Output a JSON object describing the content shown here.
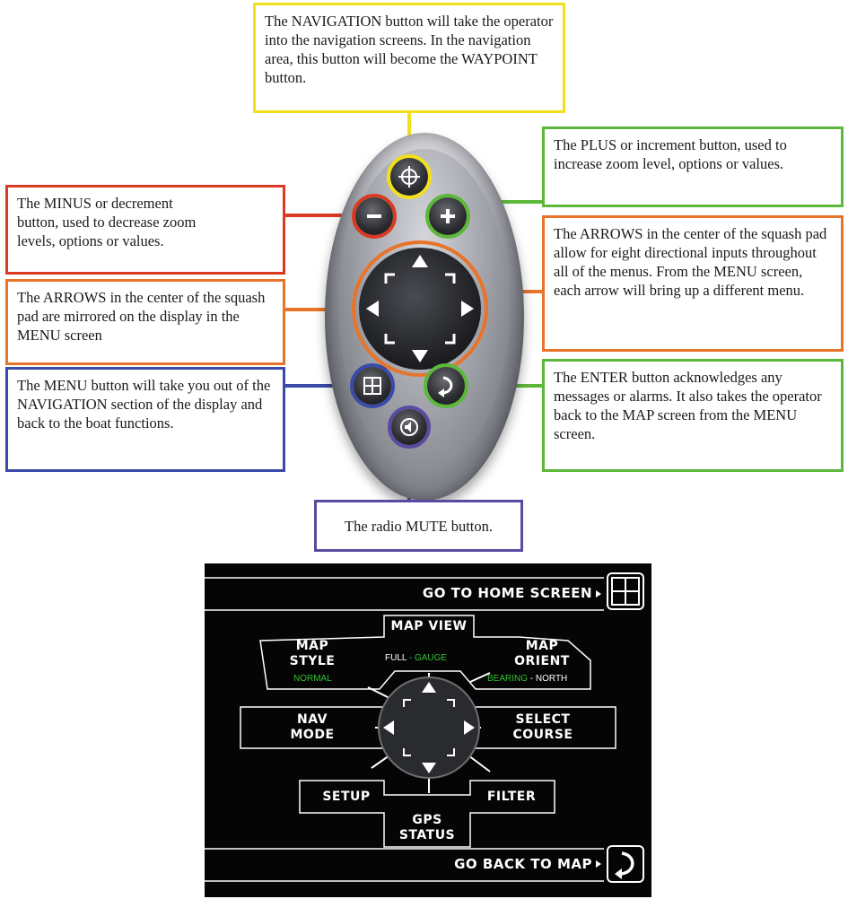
{
  "callouts": {
    "navigation": "The NAVIGATION button will take the operator into the navigation screens. In the navigation area, this button will become the WAYPOINT button.",
    "plus": "The PLUS or increment button, used to increase zoom level, options or values.",
    "minus": "The MINUS or decrement button, used to decrease zoom levels, options or values.",
    "arrows_right": "The ARROWS in the center of the squash pad allow for eight directional inputs throughout all of the menus. From the MENU screen, each arrow will bring up a different menu.",
    "arrows_left": "The ARROWS in the center of the squash pad are mirrored on the display in the MENU screen",
    "menu": "The MENU button will take you out of the NAVIGATION section of the display and back to the boat functions.",
    "enter": "The ENTER button acknowledges any messages or alarms. It also takes the operator back to the MAP screen from the MENU screen.",
    "mute": "The radio MUTE button."
  },
  "colors": {
    "navigation": "#f2e01c",
    "plus": "#5cb83a",
    "minus": "#d93a22",
    "arrows": "#e8742a",
    "menu": "#3a4aa8",
    "enter": "#5cb83a",
    "mute": "#5a4aa0",
    "screen_green": "#33c233"
  },
  "remote": {
    "icons": [
      "waypoint-crosshair-icon",
      "minus-icon",
      "plus-icon",
      "arrow-pad",
      "menu-grid-icon",
      "enter-curved-arrow-icon",
      "mute-speaker-icon"
    ]
  },
  "screen": {
    "home": "GO TO HOME SCREEN",
    "back": "GO BACK TO MAP",
    "map_view": "MAP VIEW",
    "map_view_full": "FULL",
    "map_view_sep": " - ",
    "map_view_gauge": "GAUGE",
    "map_style": "MAP STYLE",
    "map_style_value": "NORMAL",
    "map_orient": "MAP ORIENT",
    "map_orient_bearing": "BEARING",
    "map_orient_sep": " - ",
    "map_orient_north": "NORTH",
    "nav_mode": "NAV MODE",
    "select_course": "SELECT COURSE",
    "setup": "SETUP",
    "gps_status": "GPS STATUS",
    "filter": "FILTER"
  }
}
